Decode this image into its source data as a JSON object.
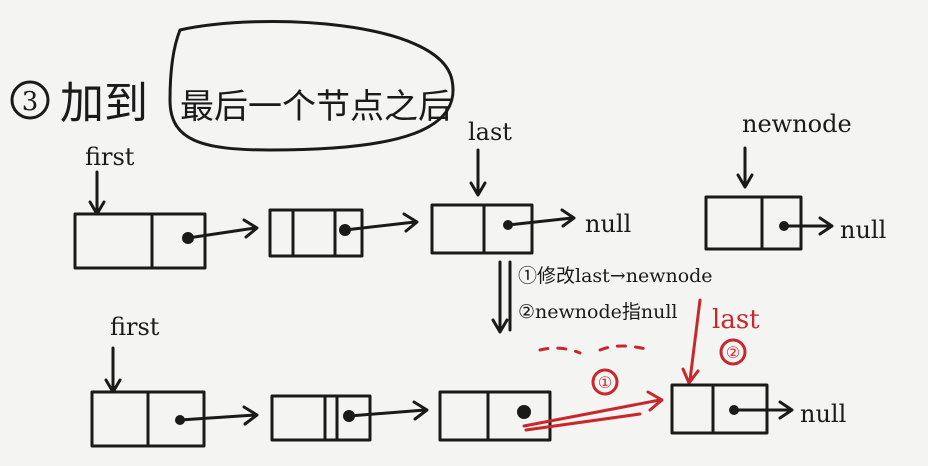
{
  "heading": {
    "number": "3",
    "text_outside": "加到",
    "text_circled": "最后一个节点之后"
  },
  "labels": {
    "first": "first",
    "last": "last",
    "newnode": "newnode",
    "null": "null"
  },
  "steps": {
    "step1": "①修改last→newnode",
    "step2": "②newnode指null"
  },
  "red_marks": {
    "last": "last",
    "one": "①",
    "two": "②"
  },
  "colors": {
    "ink": "#1a1a1a",
    "red": "#c8282c",
    "paper": "#f4f5f2"
  }
}
